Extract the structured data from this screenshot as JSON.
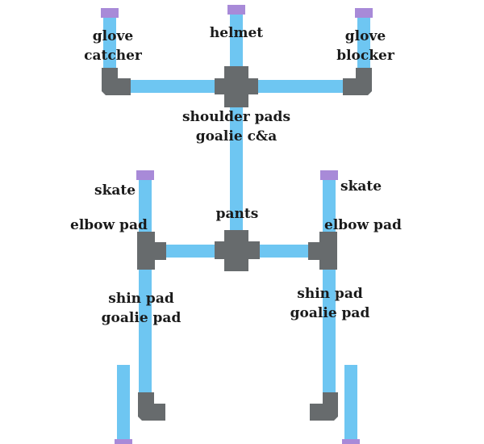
{
  "colors": {
    "pipe": "#6ec6f2",
    "joint": "#676b6d",
    "cap": "#a88ad8",
    "text": "#1a1a1a"
  },
  "labels": {
    "helmet": "helmet",
    "glove_catcher": [
      "glove",
      "catcher"
    ],
    "glove_blocker": [
      "glove",
      "blocker"
    ],
    "shoulder": [
      "shoulder pads",
      "goalie c&a"
    ],
    "pants": "pants",
    "skate_left": "skate",
    "skate_right": "skate",
    "elbow_left": "elbow pad",
    "elbow_right": "elbow pad",
    "shin_left": [
      "shin pad",
      "goalie pad"
    ],
    "shin_right": [
      "shin pad",
      "goalie pad"
    ]
  }
}
